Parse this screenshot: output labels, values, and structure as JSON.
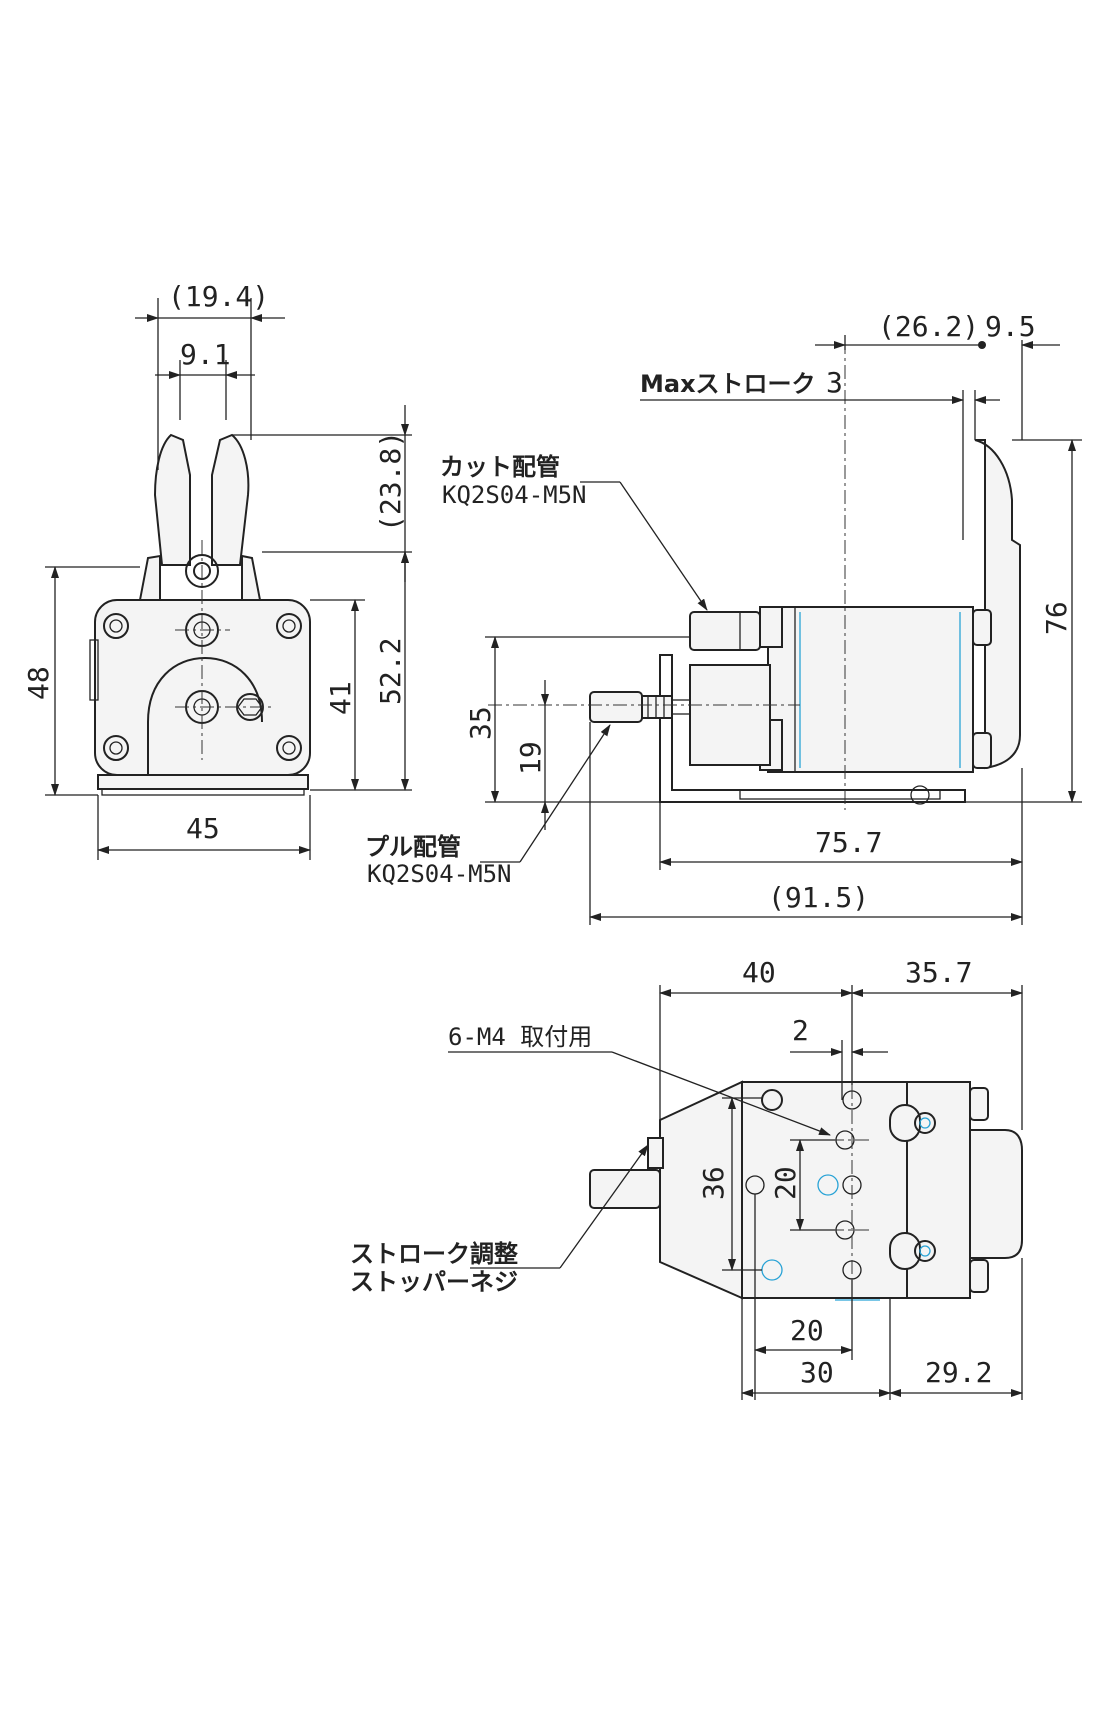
{
  "front_view": {
    "dim_width_top": "(19.4)",
    "dim_jaw": "9.1",
    "dim_jaw_height": "(23.8)",
    "dim_height_total": "52.2",
    "dim_height_body": "48",
    "dim_height_plate": "41",
    "dim_width_base": "45"
  },
  "side_view": {
    "dim_stroke_ref": "(26.2)",
    "dim_offset": "9.5",
    "label_max_stroke": "Maxストローク",
    "dim_stroke": "3",
    "label_cut_piping": "カット配管",
    "cut_fitting": "KQ2S04-M5N",
    "label_pull_piping": "プル配管",
    "pull_fitting": "KQ2S04-M5N",
    "dim_35": "35",
    "dim_19": "19",
    "dim_76": "76",
    "dim_75_7": "75.7",
    "dim_91_5": "(91.5)"
  },
  "bottom_view": {
    "dim_40": "40",
    "dim_35_7": "35.7",
    "label_mount": "6-M4 取付用",
    "dim_2": "2",
    "dim_36": "36",
    "dim_20_v": "20",
    "label_stopper_1": "ストローク調整",
    "label_stopper_2": "ストッパーネジ",
    "dim_20_h": "20",
    "dim_30": "30",
    "dim_29_2": "29.2"
  }
}
